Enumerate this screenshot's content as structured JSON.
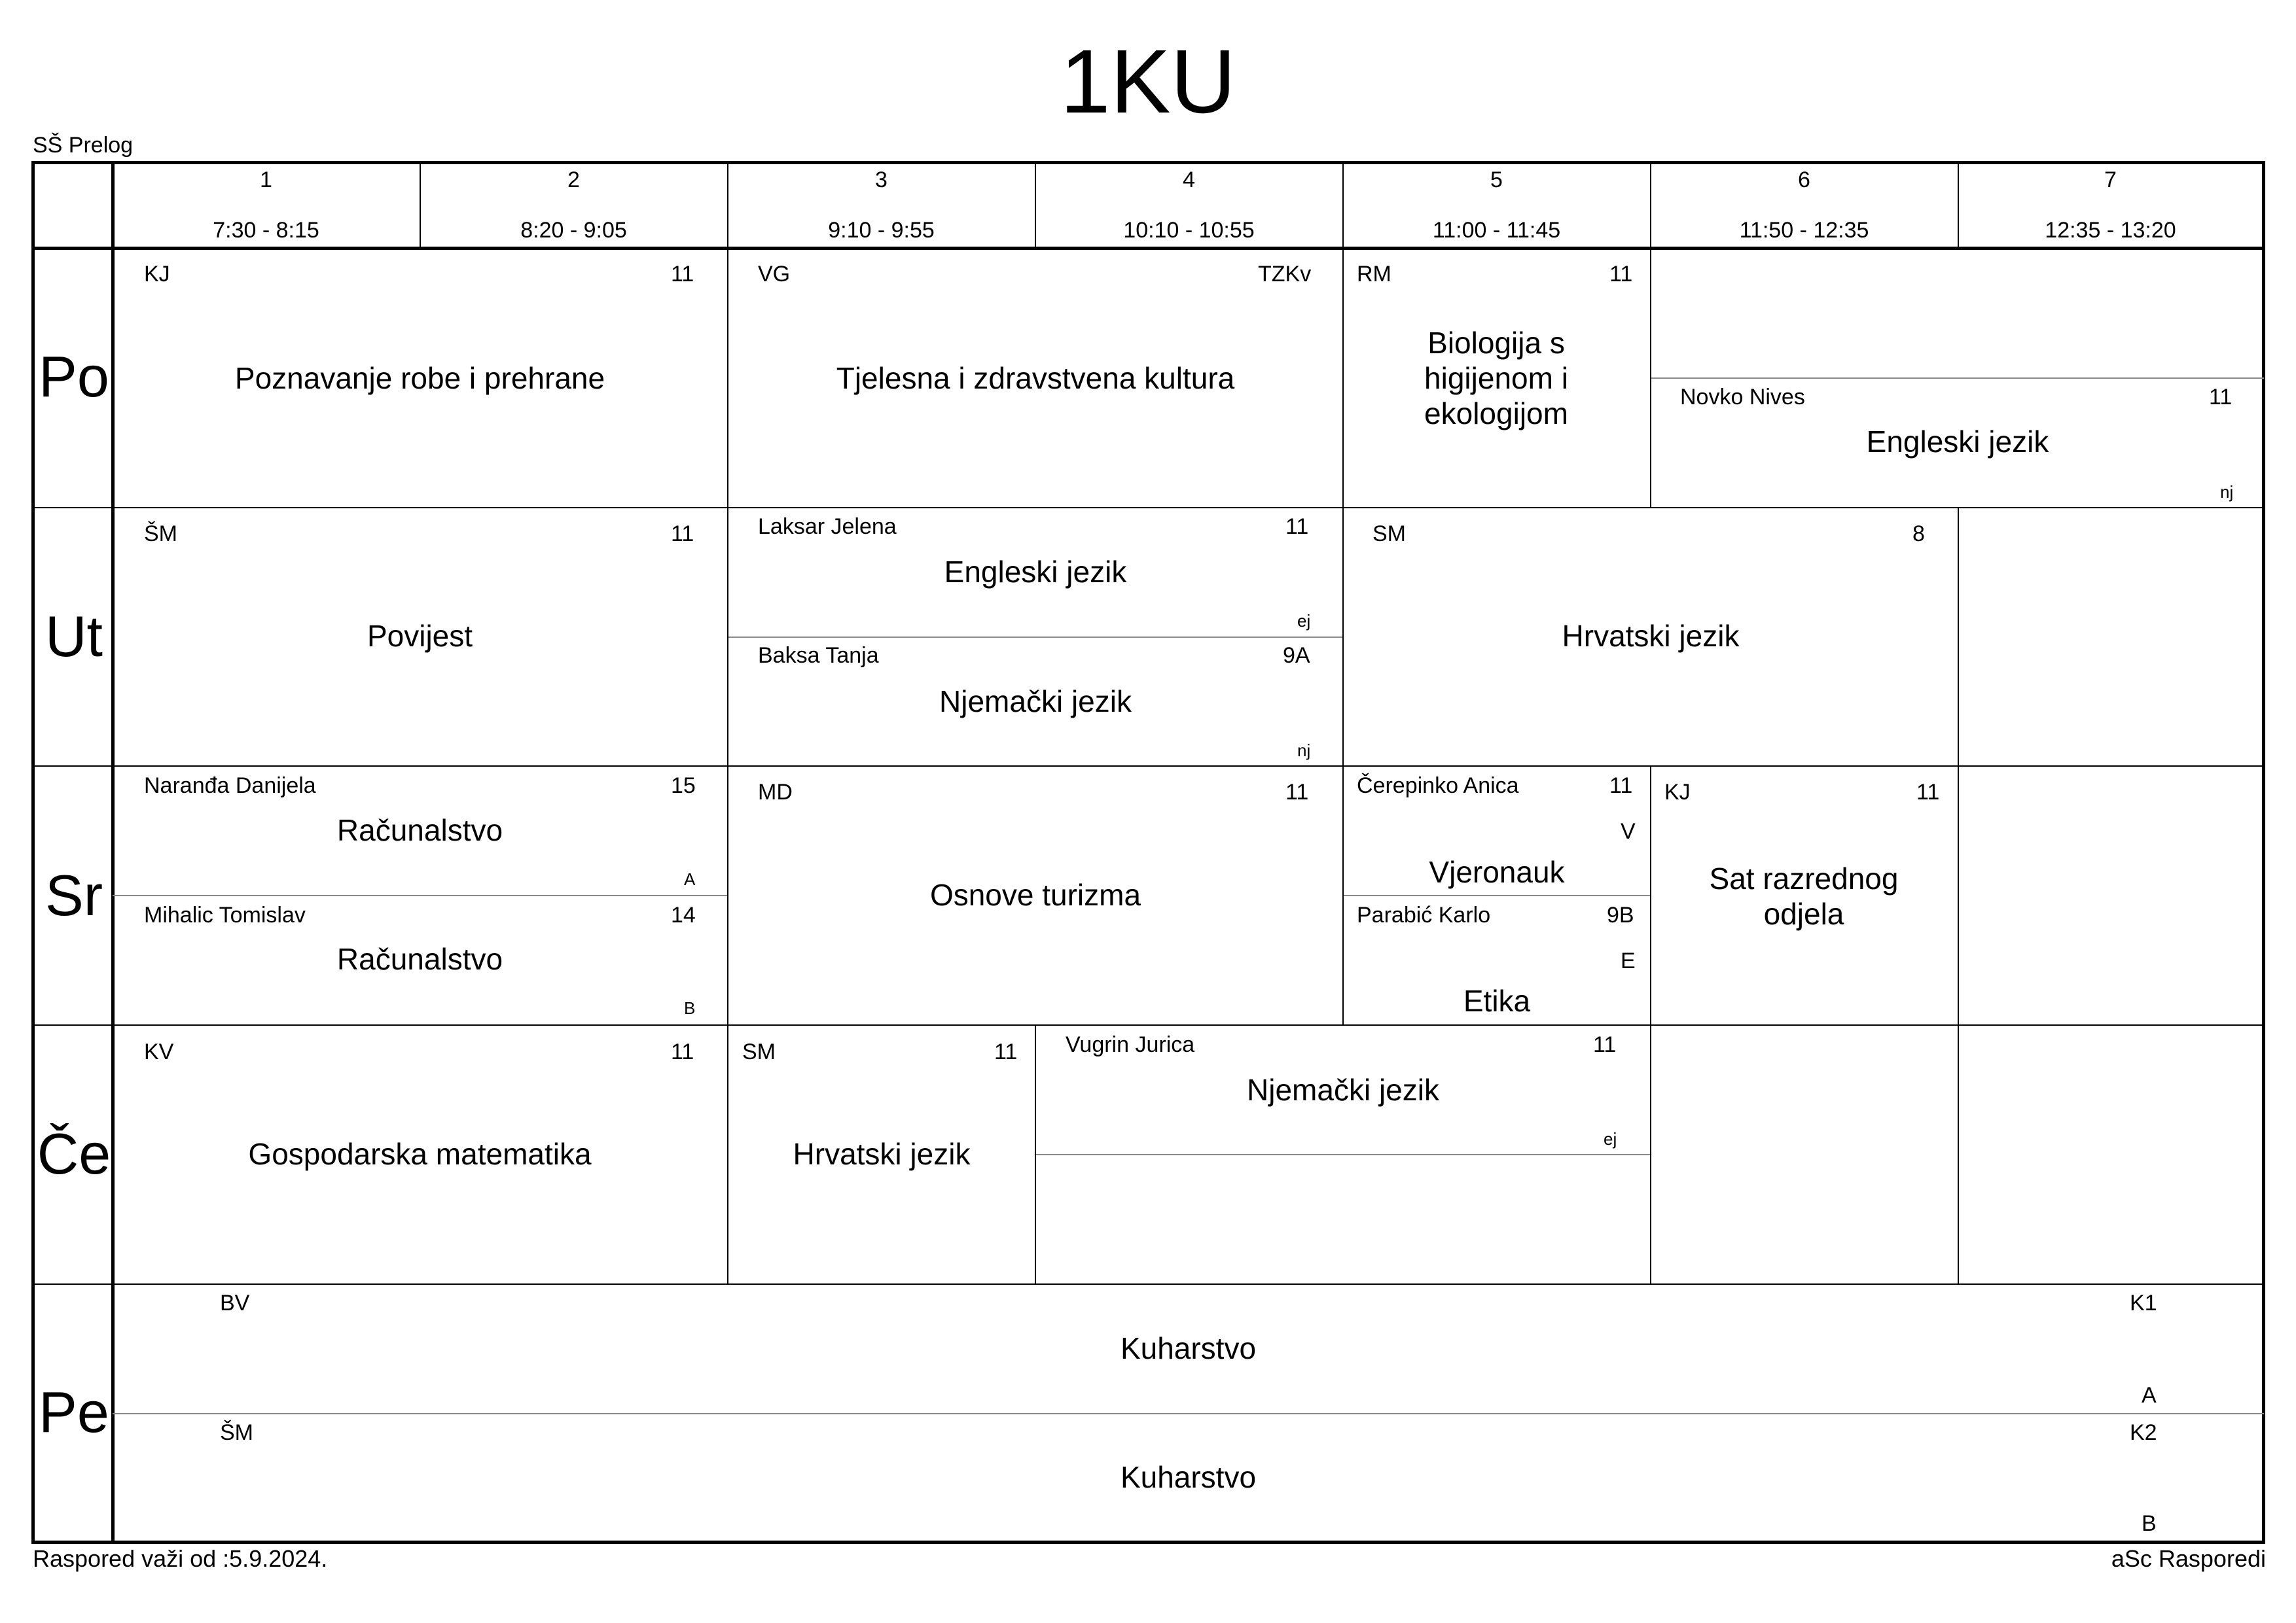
{
  "title": "1KU",
  "school": "SŠ Prelog",
  "footer": {
    "valid_from": "Raspored važi od :5.9.2024.",
    "software": "aSc Rasporedi"
  },
  "periods": [
    {
      "num": "1",
      "time": "7:30 - 8:15"
    },
    {
      "num": "2",
      "time": "8:20 - 9:05"
    },
    {
      "num": "3",
      "time": "9:10 - 9:55"
    },
    {
      "num": "4",
      "time": "10:10 - 10:55"
    },
    {
      "num": "5",
      "time": "11:00 - 11:45"
    },
    {
      "num": "6",
      "time": "11:50 - 12:35"
    },
    {
      "num": "7",
      "time": "12:35 - 13:20"
    }
  ],
  "days": [
    "Po",
    "Ut",
    "Sr",
    "Če",
    "Pe"
  ],
  "lessons": {
    "po1": {
      "teacher": "KJ",
      "room": "11",
      "subject": "Poznavanje robe i prehrane"
    },
    "po2": {
      "teacher": "VG",
      "room": "TZKv",
      "subject": "Tjelesna i zdravstvena kultura"
    },
    "po3": {
      "teacher": "RM",
      "room": "11",
      "subject": "Biologija s higijenom i ekologijom"
    },
    "po4": {
      "teacher": "Novko Nives",
      "room": "11",
      "subject": "Engleski jezik",
      "group": "nj"
    },
    "ut1": {
      "teacher": "ŠM",
      "room": "11",
      "subject": "Povijest"
    },
    "ut2": {
      "teacher": "Laksar Jelena",
      "room": "11",
      "subject": "Engleski jezik",
      "group": "ej"
    },
    "ut3": {
      "teacher": "Baksa Tanja",
      "room": "9A",
      "subject": "Njemački jezik",
      "group": "nj"
    },
    "ut4": {
      "teacher": "SM",
      "room": "8",
      "subject": "Hrvatski jezik"
    },
    "sr1": {
      "teacher": "Naranđa Danijela",
      "room": "15",
      "subject": "Računalstvo",
      "group": "A"
    },
    "sr2": {
      "teacher": "Mihalic Tomislav",
      "room": "14",
      "subject": "Računalstvo",
      "group": "B"
    },
    "sr3": {
      "teacher": "MD",
      "room": "11",
      "subject": "Osnove turizma"
    },
    "sr4": {
      "teacher": "Čerepinko Anica",
      "room": "11",
      "group": "V",
      "subject": "Vjeronauk"
    },
    "sr5": {
      "teacher": "Parabić Karlo",
      "room": "9B",
      "group": "E",
      "subject": "Etika"
    },
    "sr6": {
      "teacher": "KJ",
      "room": "11",
      "subject": "Sat razrednog odjela"
    },
    "ce1": {
      "teacher": "KV",
      "room": "11",
      "subject": "Gospodarska matematika"
    },
    "ce2": {
      "teacher": "SM",
      "room": "11",
      "subject": "Hrvatski jezik"
    },
    "ce3": {
      "teacher": "Vugrin Jurica",
      "room": "11",
      "subject": "Njemački jezik",
      "group": "ej"
    },
    "pe1": {
      "teacher": "BV",
      "room": "K1",
      "subject": "Kuharstvo",
      "group": "A"
    },
    "pe2": {
      "teacher": "ŠM",
      "room": "K2",
      "subject": "Kuharstvo",
      "group": "B"
    }
  }
}
